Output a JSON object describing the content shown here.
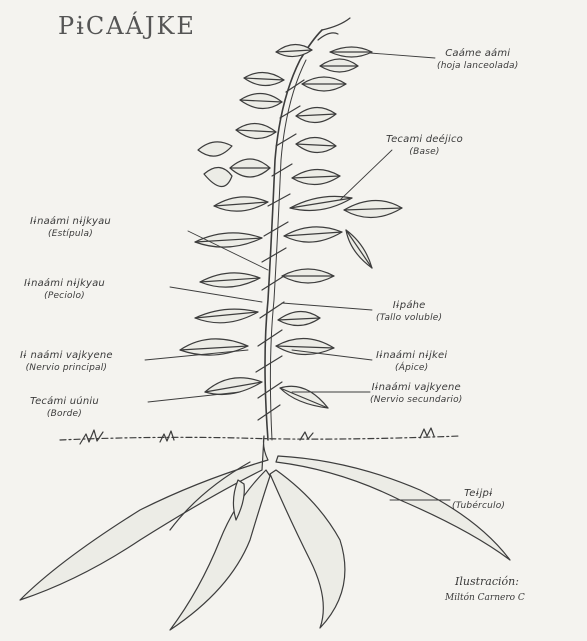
{
  "title": "PɨCAÁJKE",
  "labels": {
    "leaf": {
      "name": "Caáme aámi",
      "gloss": "(hoja lanceolada)"
    },
    "base": {
      "name": "Tecami deéjico",
      "gloss": "(Base)"
    },
    "stipule": {
      "name": "Iɨnaámi nɨjkyau",
      "gloss": "(Estípula)"
    },
    "petiole": {
      "name": "Iɨnaámi nɨjkyau",
      "gloss": "(Peciolo)"
    },
    "stem": {
      "name": "Iɨpáhe",
      "gloss": "(Tallo voluble)"
    },
    "main_vein": {
      "name": "Iɨ naámi vajkyene",
      "gloss": "(Nervio principal)"
    },
    "apex": {
      "name": "Iɨnaámi nɨjkei",
      "gloss": "(Ápice)"
    },
    "border": {
      "name": "Tecámi uúniu",
      "gloss": "(Borde)"
    },
    "secondary_vein": {
      "name": "Iɨnaámi vajkyene",
      "gloss": "(Nervio secundario)"
    },
    "tuber": {
      "name": "Teɨjpɨ",
      "gloss": "(Tubérculo)"
    }
  },
  "credit": {
    "label": "Ilustración:",
    "author": "Miltón Carnero C"
  }
}
